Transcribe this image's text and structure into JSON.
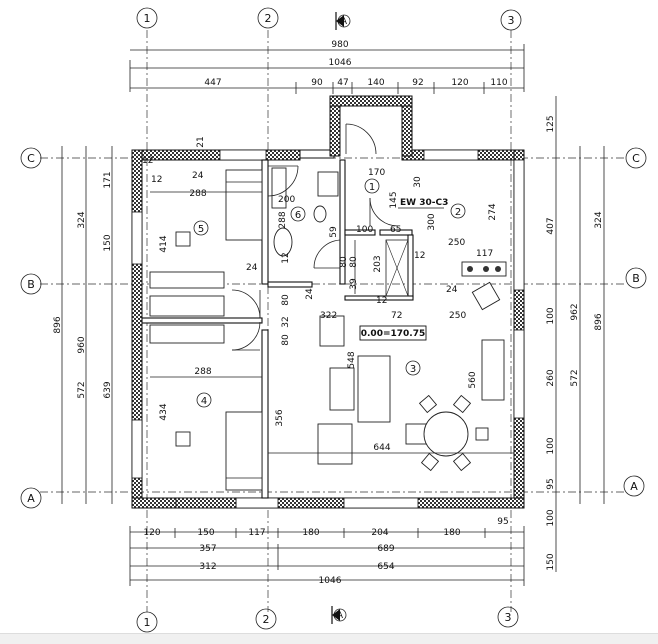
{
  "axes": {
    "col1": "1",
    "col2": "2",
    "col3": "3",
    "rowA": "A",
    "rowB": "B",
    "rowC": "C"
  },
  "north_marker": "A",
  "rooms": [
    {
      "id": "room-1",
      "label": "1"
    },
    {
      "id": "room-2",
      "label": "2"
    },
    {
      "id": "room-3",
      "label": "3"
    },
    {
      "id": "room-4",
      "label": "4"
    },
    {
      "id": "room-5",
      "label": "5"
    },
    {
      "id": "room-6",
      "label": "6"
    }
  ],
  "annotations": {
    "level": "0.00=170.75",
    "ew": "EW 30-C3"
  },
  "dims_top": {
    "d980": "980",
    "d1046": "1046",
    "d447": "447",
    "d90a": "90",
    "d47": "47",
    "d140": "140",
    "d92": "92",
    "d120": "120",
    "d110": "110"
  },
  "dims_bottom": {
    "d120": "120",
    "d150": "150",
    "d117": "117",
    "d180a": "180",
    "d204": "204",
    "d180b": "180",
    "d95": "95",
    "d357": "357",
    "d689": "689",
    "d312": "312",
    "d654": "654",
    "d1046": "1046",
    "d150r": "150"
  },
  "dims_left": {
    "d896": "896",
    "d960": "960",
    "d324": "324",
    "d171": "171",
    "d150": "150",
    "d572": "572",
    "d639": "639",
    "d21": "21"
  },
  "dims_right": {
    "d125": "125",
    "d407": "407",
    "d324": "324",
    "d962": "962",
    "d896": "896",
    "d100a": "100",
    "d260": "260",
    "d572": "572",
    "d100b": "100",
    "d95": "95",
    "d100c": "100"
  },
  "dims_inner": {
    "d12a": "12",
    "d24a": "24",
    "d288a": "288",
    "d414": "414",
    "d24b": "24",
    "d200": "200",
    "d288b": "288",
    "d170": "170",
    "d145": "145",
    "d100": "100",
    "d65": "65",
    "d300": "300",
    "d274": "274",
    "d250a": "250",
    "d117": "117",
    "d12b": "12",
    "d203": "203",
    "d80a": "80",
    "d39": "39",
    "d80b": "80",
    "d80c": "80",
    "d32": "32",
    "d24c": "24",
    "d12c": "12",
    "d72": "72",
    "d250b": "250",
    "d322": "322",
    "d548": "548",
    "d560": "560",
    "d288c": "288",
    "d434": "434",
    "d356": "356",
    "d644": "644",
    "d12d": "12",
    "d24d": "24",
    "d80d": "80",
    "d30": "30",
    "d59": "59",
    "d12e": "12"
  }
}
